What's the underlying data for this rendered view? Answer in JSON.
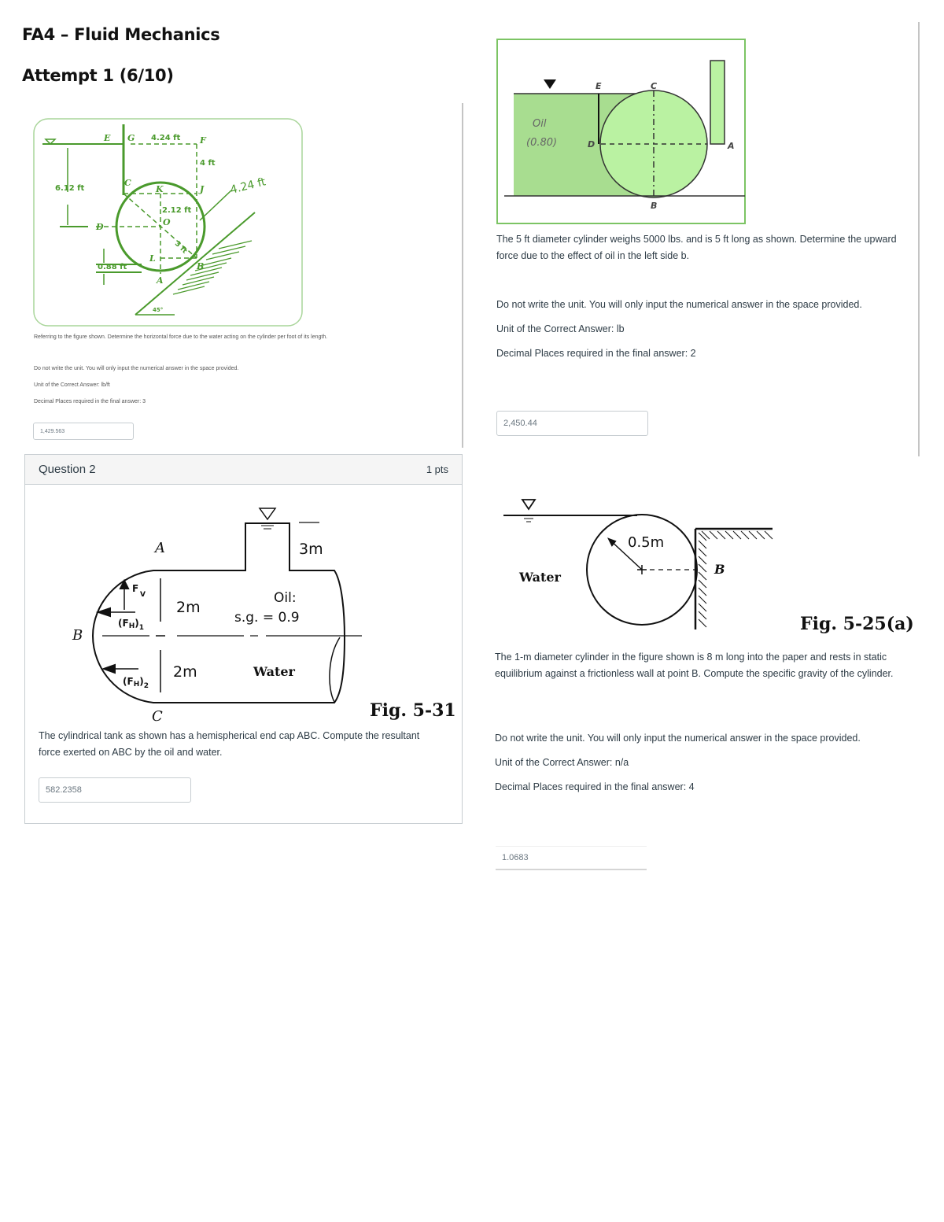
{
  "document": {
    "title": "FA4 – Fluid Mechanics",
    "attempt": "Attempt 1 (6/10)"
  },
  "q1": {
    "figure": {
      "labels": {
        "E": "E",
        "G": "G",
        "F": "F",
        "C": "C",
        "K": "K",
        "J": "J",
        "D": "D",
        "O": "O",
        "L": "L",
        "B": "B",
        "A": "A",
        "dim_gf": "4.24 ft",
        "dim_fj": "4 ft",
        "dim_depth": "6.12 ft",
        "dim_ko": "2.12 ft",
        "dim_radius": "3 ft",
        "dim_bottom": "0.88 ft",
        "handwritten": "4.24 ft",
        "angle": "45°"
      },
      "color": "#4a9a2c"
    },
    "question": "Referring to the figure shown. Determine the horizontal force due to the water acting on the cylinder per foot of its length.",
    "note": "Do not write the unit. You will only input the numerical answer in the space provided.",
    "unit": "Unit of the Correct Answer: lb/ft",
    "decimals": "Decimal Places required in the final answer: 3",
    "answer": "1,429.563"
  },
  "q_oil": {
    "figure": {
      "oil_label": "Oil",
      "sg_label": "(0.80)",
      "labels": {
        "E": "E",
        "C": "C",
        "D": "D",
        "A": "A",
        "B": "B"
      },
      "fill_oil": "#a8dd90",
      "fill_cyl": "#baf2a2",
      "frame": "#7cc464"
    },
    "question": "The 5 ft diameter cylinder weighs 5000 lbs. and is 5 ft long as shown. Determine the upward force due to the effect of oil in the left side b.",
    "note": "Do not write the unit. You will only input the numerical answer in the space provided.",
    "unit": "Unit of the Correct Answer: lb",
    "decimals": "Decimal Places required in the final answer: 2",
    "answer": "2,450.44"
  },
  "q2": {
    "header": "Question 2",
    "points": "1 pts",
    "figure": {
      "A": "A",
      "B": "B",
      "C": "C",
      "h_top": "3m",
      "h_oil": "2m",
      "h_water": "2m",
      "oil": "Oil:",
      "sg": "s.g. = 0.9",
      "water": "Water",
      "fv": "F",
      "fv_sub": "V",
      "fh1": "(F",
      "fh1_sub": "H",
      "fh1_end": ")",
      "fh1_idx": "1",
      "fh2_idx": "2",
      "caption": "Fig. 5-31"
    },
    "question": "The cylindrical tank as shown has a hemispherical end cap ABC. Compute the resultant force exerted on ABC by the oil and water.",
    "answer": "582.2358"
  },
  "q_sg": {
    "figure": {
      "radius": "0.5m",
      "water": "Water",
      "B": "B",
      "caption": "Fig. 5-25(a)"
    },
    "question": "The 1-m diameter cylinder in the figure shown is 8 m long into the paper and rests in static equilibrium against a frictionless wall at point B. Compute the specific gravity of the cylinder.",
    "note": "Do not write the unit. You will only input the numerical answer in the space provided.",
    "unit": "Unit of the Correct Answer: n/a",
    "decimals": "Decimal Places required in the final answer: 4",
    "answer": "1.0683"
  }
}
